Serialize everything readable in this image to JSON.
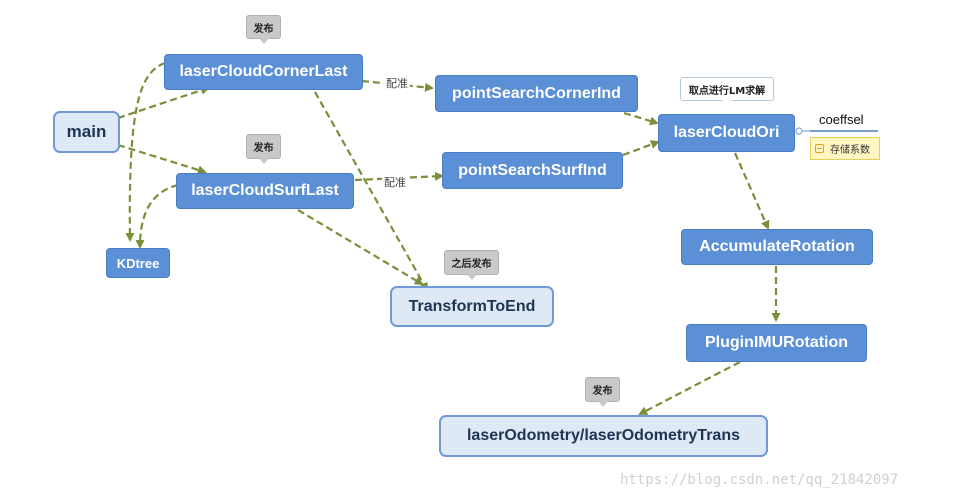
{
  "nodes": {
    "main": "main",
    "corner_last": "laserCloudCornerLast",
    "surf_last": "laserCloudSurfLast",
    "kdtree": "KDtree",
    "transform_to_end": "TransformToEnd",
    "point_search_corner": "pointSearchCornerInd",
    "point_search_surf": "pointSearchSurfInd",
    "cloud_ori": "laserCloudOri",
    "accumulate_rotation": "AccumulateRotation",
    "plugin_imu_rotation": "PluginIMURotation",
    "odometry": "laserOdometry/laserOdometryTrans"
  },
  "callouts": {
    "corner_publish": "发布",
    "surf_publish": "发布",
    "transform_later_publish": "之后发布",
    "cloud_ori_note": "取点进行LM求解",
    "odometry_publish": "发布"
  },
  "edge_labels": {
    "corner_match": "配准",
    "surf_match": "配准"
  },
  "attachment": {
    "name": "coeffsel",
    "note": "存储系数"
  },
  "watermark": "https://blog.csdn.net/qq_21842097",
  "colors": {
    "node_fill": "#5b8fd6",
    "node_light_fill": "#dfe8f5",
    "edge": "#7a8f3a"
  }
}
